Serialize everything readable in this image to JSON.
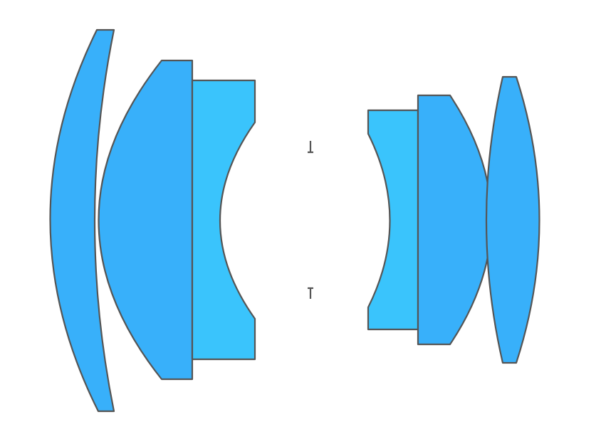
{
  "diagram": {
    "type": "lens-cross-section",
    "colors": {
      "background": "#ffffff",
      "outline": "#555555",
      "crown_glass": "#38b0fa",
      "flint_glass": "#3ac4fc",
      "aperture_stop": "#555555"
    },
    "front_group": {
      "elements": [
        {
          "name": "front-meniscus-lens",
          "shape": "positive meniscus",
          "glass": "crown_glass"
        },
        {
          "name": "front-plano-convex-lens",
          "shape": "plano-convex",
          "glass": "crown_glass"
        },
        {
          "name": "front-plano-concave-lens",
          "shape": "plano-concave",
          "glass": "flint_glass"
        }
      ]
    },
    "aperture_stop": {
      "name": "aperture-stop",
      "marks": 2
    },
    "rear_group": {
      "elements": [
        {
          "name": "rear-plano-concave-lens",
          "shape": "plano-concave",
          "glass": "flint_glass"
        },
        {
          "name": "rear-plano-convex-lens",
          "shape": "plano-convex",
          "glass": "crown_glass"
        },
        {
          "name": "rear-biconvex-lens",
          "shape": "biconvex",
          "glass": "crown_glass"
        }
      ]
    }
  }
}
